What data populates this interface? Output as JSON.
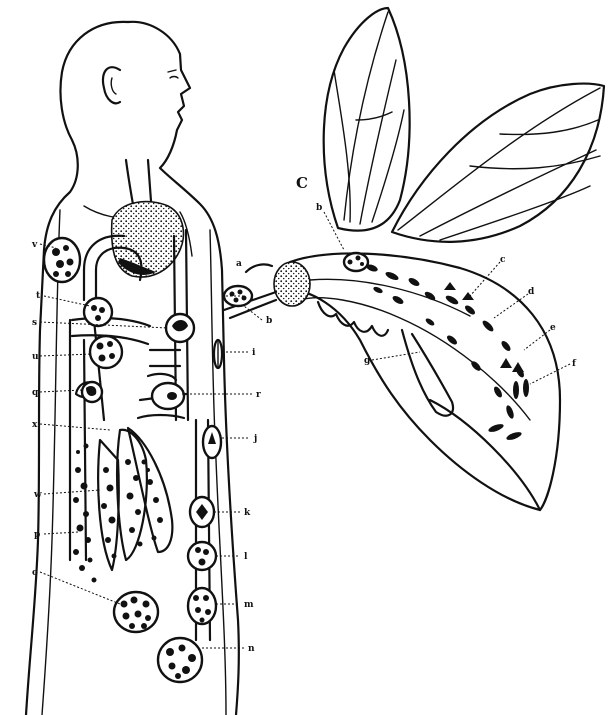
{
  "figure": {
    "panel_letter": "C",
    "labels": {
      "v": "v",
      "t": "t",
      "s": "s",
      "u": "u",
      "q": "q",
      "x": "x",
      "w": "w",
      "p": "p",
      "o": "o",
      "a": "a",
      "b": "b",
      "i": "i",
      "r": "r",
      "j": "j",
      "k": "k",
      "l": "l",
      "m": "m",
      "n": "n",
      "mosq_b": "b",
      "c": "c",
      "d": "d",
      "e": "e",
      "f": "f",
      "g": "g"
    }
  }
}
